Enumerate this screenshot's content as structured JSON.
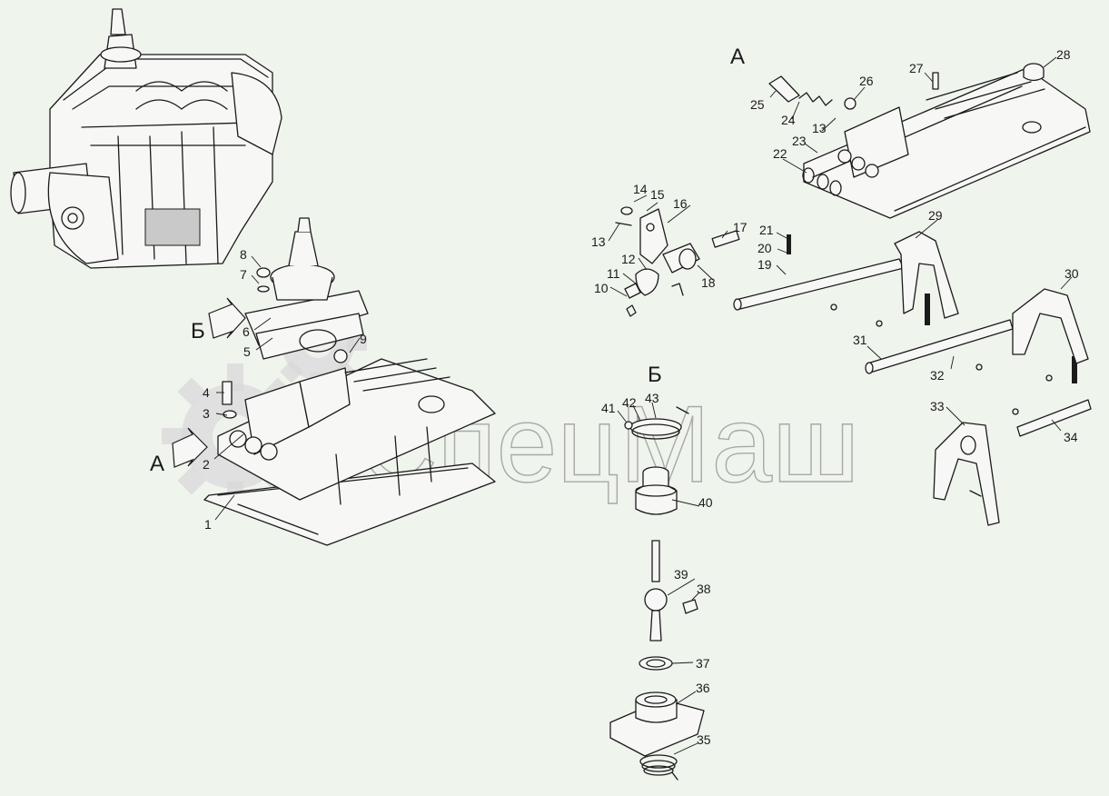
{
  "watermark": "СпецМаш",
  "view_labels": [
    {
      "id": "A-top",
      "text": "А"
    },
    {
      "id": "A-left",
      "text": "А"
    },
    {
      "id": "B-left",
      "text": "Б"
    },
    {
      "id": "B-center",
      "text": "Б"
    }
  ],
  "callouts": [
    "1",
    "2",
    "3",
    "4",
    "5",
    "6",
    "7",
    "8",
    "9",
    "10",
    "11",
    "12",
    "13",
    "14",
    "15",
    "16",
    "17",
    "18",
    "19",
    "20",
    "21",
    "22",
    "23",
    "24",
    "25",
    "26",
    "27",
    "28",
    "29",
    "30",
    "31",
    "32",
    "33",
    "34",
    "35",
    "36",
    "37",
    "38",
    "39",
    "40",
    "41",
    "42",
    "43",
    "13"
  ],
  "colors": {
    "background": "#eff4ed",
    "line": "#1b1b1b",
    "watermark": "#a9a9a9"
  }
}
